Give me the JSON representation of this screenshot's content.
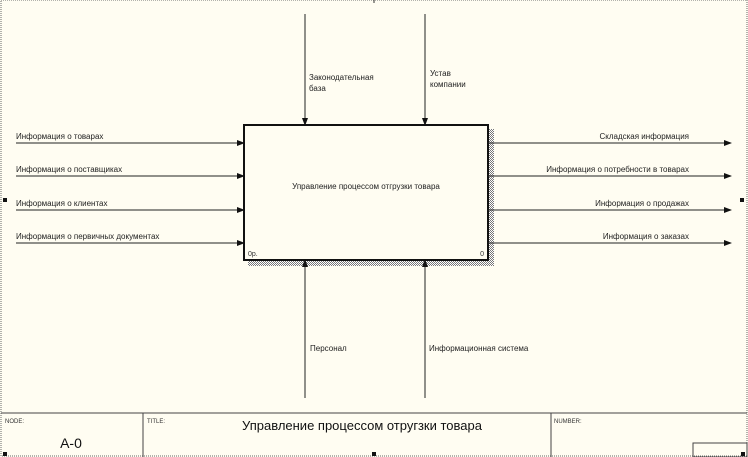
{
  "diagram": {
    "function_box": {
      "title": "Управление процессом отгрузки товара",
      "cost": "0р.",
      "number": "0"
    },
    "controls": [
      {
        "line1": "Законодательная",
        "line2": "база"
      },
      {
        "line1": "Устав",
        "line2": "компании"
      }
    ],
    "inputs": [
      "Информация о товарах",
      "Информация о поставщиках",
      "Информация о клиентах",
      "Информация о первичных документах"
    ],
    "outputs": [
      "Складская информация",
      "Информация о потребности в товарах",
      "Информация о продажах",
      "Информация о заказах"
    ],
    "mechanisms": [
      "Персонал",
      "Информационная система"
    ]
  },
  "frame": {
    "node_label": "NODE:",
    "node_value": "A-0",
    "title_label": "TITLE:",
    "title_value": "Управление процессом отругзки товара",
    "number_label": "NUMBER:"
  },
  "colors": {
    "background": "#fffdf2",
    "line": "#222222"
  }
}
